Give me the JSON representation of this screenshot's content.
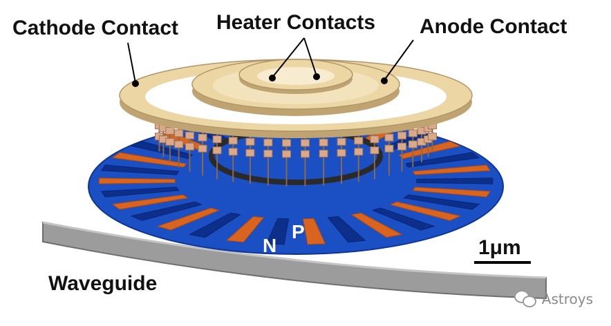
{
  "labels": {
    "cathode": "Cathode Contact",
    "heater": "Heater Contacts",
    "anode": "Anode Contact",
    "n_region": "N",
    "p_region": "P",
    "scale": "1μm",
    "waveguide": "Waveguide"
  },
  "watermark": {
    "text": "Astroys",
    "icon": "wechat-icon"
  },
  "colors": {
    "disk": "#1b4fc4",
    "p_doping": "#d9641f",
    "n_doping": "#0d2f8c",
    "contact_ring": "#ecd6a4",
    "contact_ring_dark": "#bfa472",
    "via": "#d9a98a",
    "waveguide": "#9c9c9c",
    "heater": "#2a2a2a"
  }
}
